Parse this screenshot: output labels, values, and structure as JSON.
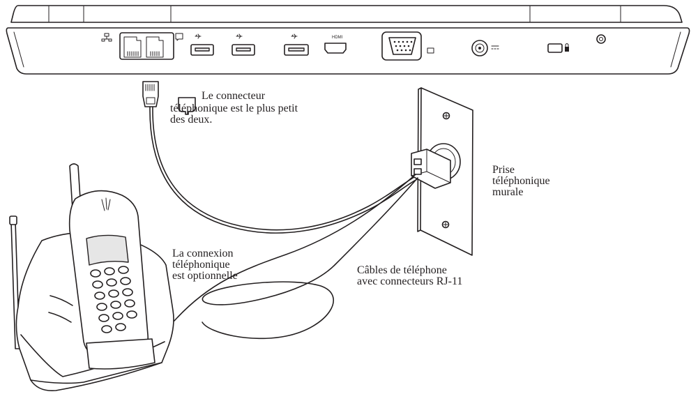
{
  "diagram": {
    "ports": {
      "hdmi_label": "HDMI"
    },
    "labels": {
      "phone_connector_note": [
        "Le connecteur",
        "téléphonique est le plus petit",
        "des deux."
      ],
      "wall_jack": [
        "Prise",
        "téléphonique",
        "murale"
      ],
      "optional_connection": [
        "La connexion",
        "téléphonique",
        "est optionnelle"
      ],
      "cables": [
        "Câbles de téléphone",
        "avec connecteurs RJ-11"
      ]
    },
    "colors": {
      "line": "#231f20",
      "background": "#ffffff"
    }
  }
}
